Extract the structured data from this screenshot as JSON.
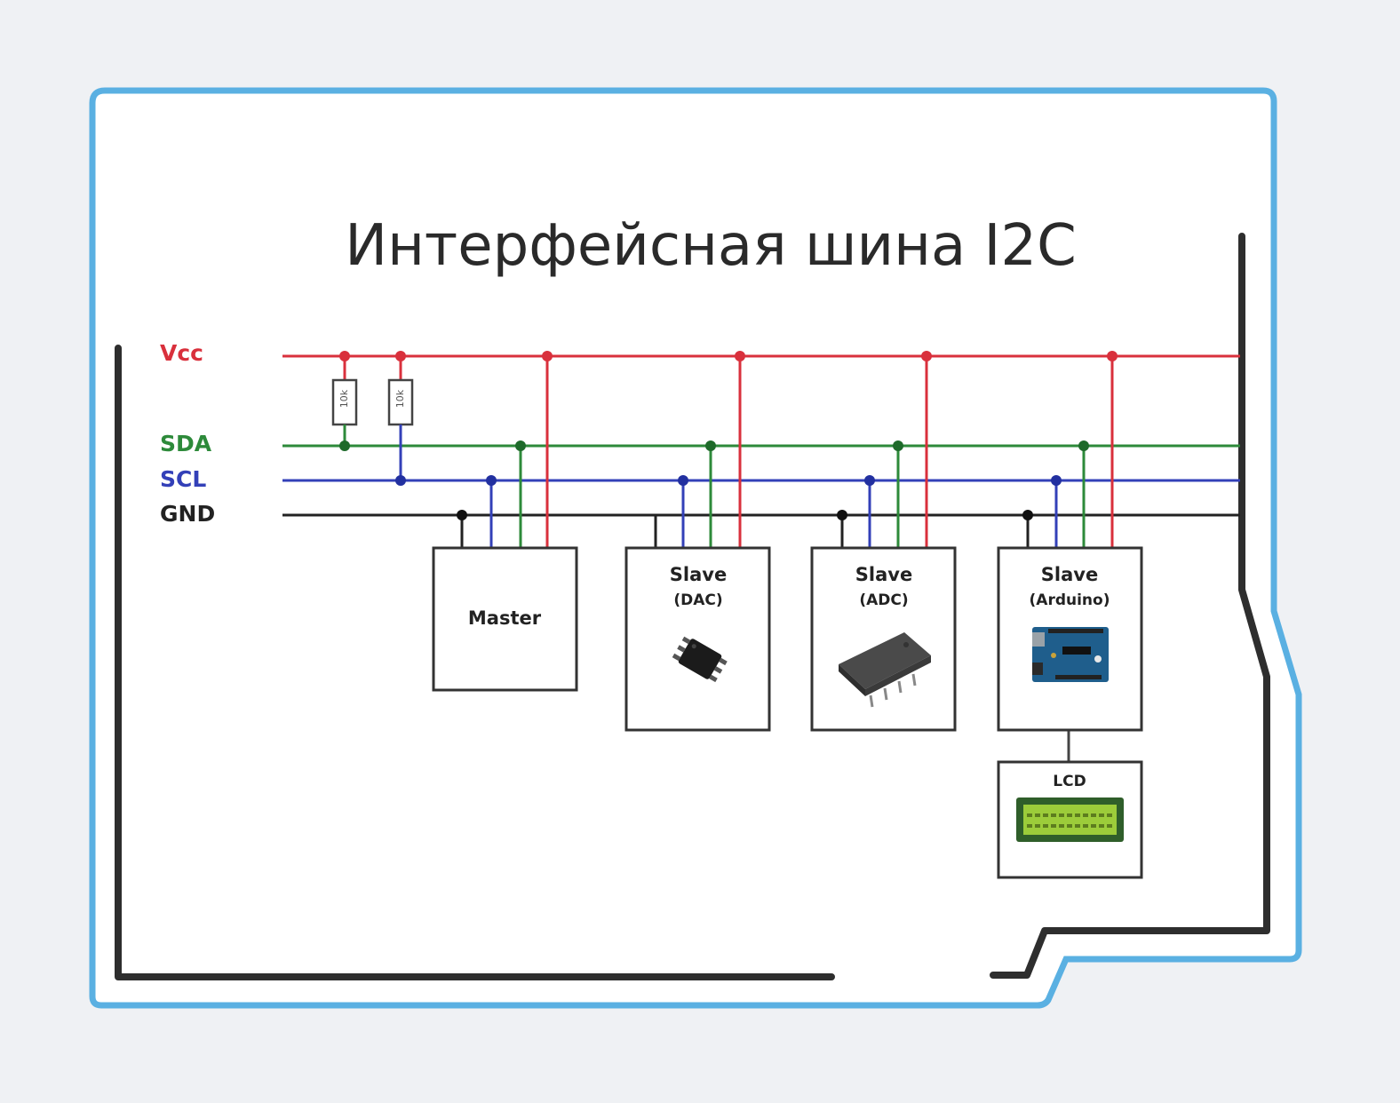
{
  "title": "Интерфейсная шина I2C",
  "colors": {
    "vcc": "#d9303c",
    "sda": "#2d8a3a",
    "scl": "#3340b8",
    "gnd": "#222222",
    "frame": "#5ab0e2",
    "bracket": "#2e2e2e"
  },
  "buses": {
    "vcc": "Vcc",
    "sda": "SDA",
    "scl": "SCL",
    "gnd": "GND"
  },
  "resistors": [
    {
      "value": "10k"
    },
    {
      "value": "10k"
    }
  ],
  "devices": {
    "master": {
      "label": "Master"
    },
    "dac": {
      "label": "Slave",
      "sub": "(DAC)",
      "icon": "chip-soic-icon"
    },
    "adc": {
      "label": "Slave",
      "sub": "(ADC)",
      "icon": "chip-dip-icon"
    },
    "arduino": {
      "label": "Slave",
      "sub": "(Arduino)",
      "icon": "arduino-board-icon"
    },
    "lcd": {
      "label": "LCD",
      "icon": "lcd-display-icon"
    }
  }
}
